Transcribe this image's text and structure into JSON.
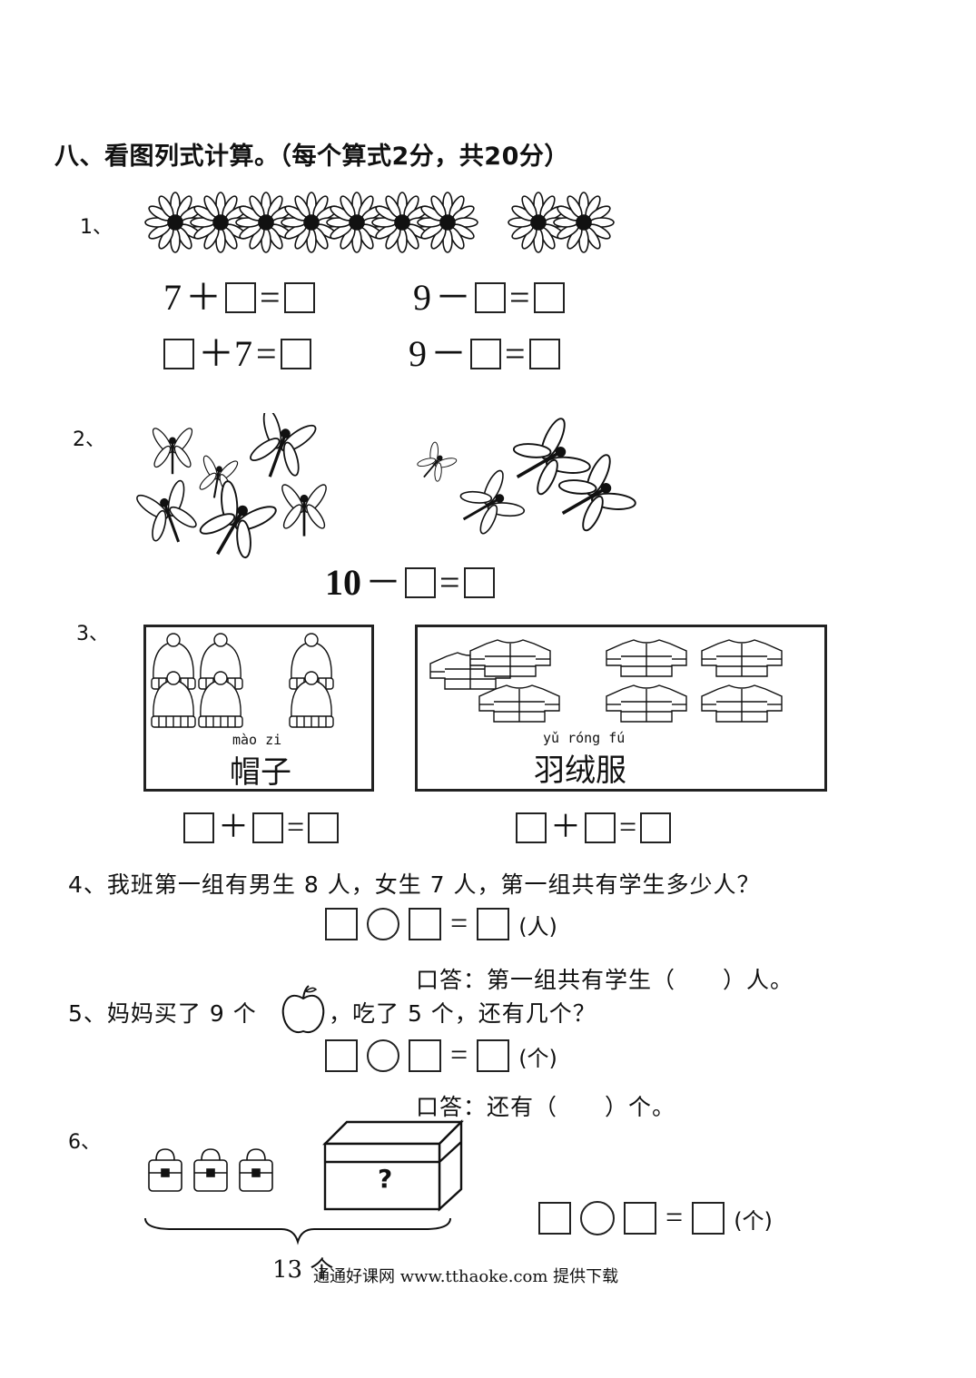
{
  "title": "八、看图列式计算。（每个算式2分，共20分）",
  "q1": {
    "num": "1、",
    "eq1": [
      "7",
      "＋",
      "=",
      ""
    ],
    "eq2": [
      "9",
      "－",
      "=",
      ""
    ],
    "eq3": [
      "＋7",
      "=",
      ""
    ],
    "eq4": [
      "9",
      "－",
      "="
    ]
  },
  "q2": {
    "num": "2、",
    "eq": [
      "10",
      "－",
      "="
    ]
  },
  "q3": {
    "num": "3、",
    "left": {
      "pinyin": "mào zi",
      "label": "帽子"
    },
    "right": {
      "pinyin": "yǔ róng fú",
      "label": "羽绒服"
    },
    "op_plus": "＋",
    "op_eq": "="
  },
  "q4": {
    "text": "4、我班第一组有男生 8 人，女生 7 人，第一组共有学生多少人？",
    "unit": "(人)",
    "answer": "口答：第一组共有学生（　　）人。"
  },
  "q5": {
    "text_a": "5、妈妈买了 9 个",
    "text_b": "，吃了 5 个，还有几个？",
    "unit": "(个)",
    "answer": "口答：还有（　　）个。"
  },
  "q6": {
    "num": "6、",
    "box_mark": "?",
    "total": "13 个",
    "unit": "(个)"
  },
  "eq_sign": "=",
  "footer": "通通好课网 www.tthaoke.com 提供下载"
}
